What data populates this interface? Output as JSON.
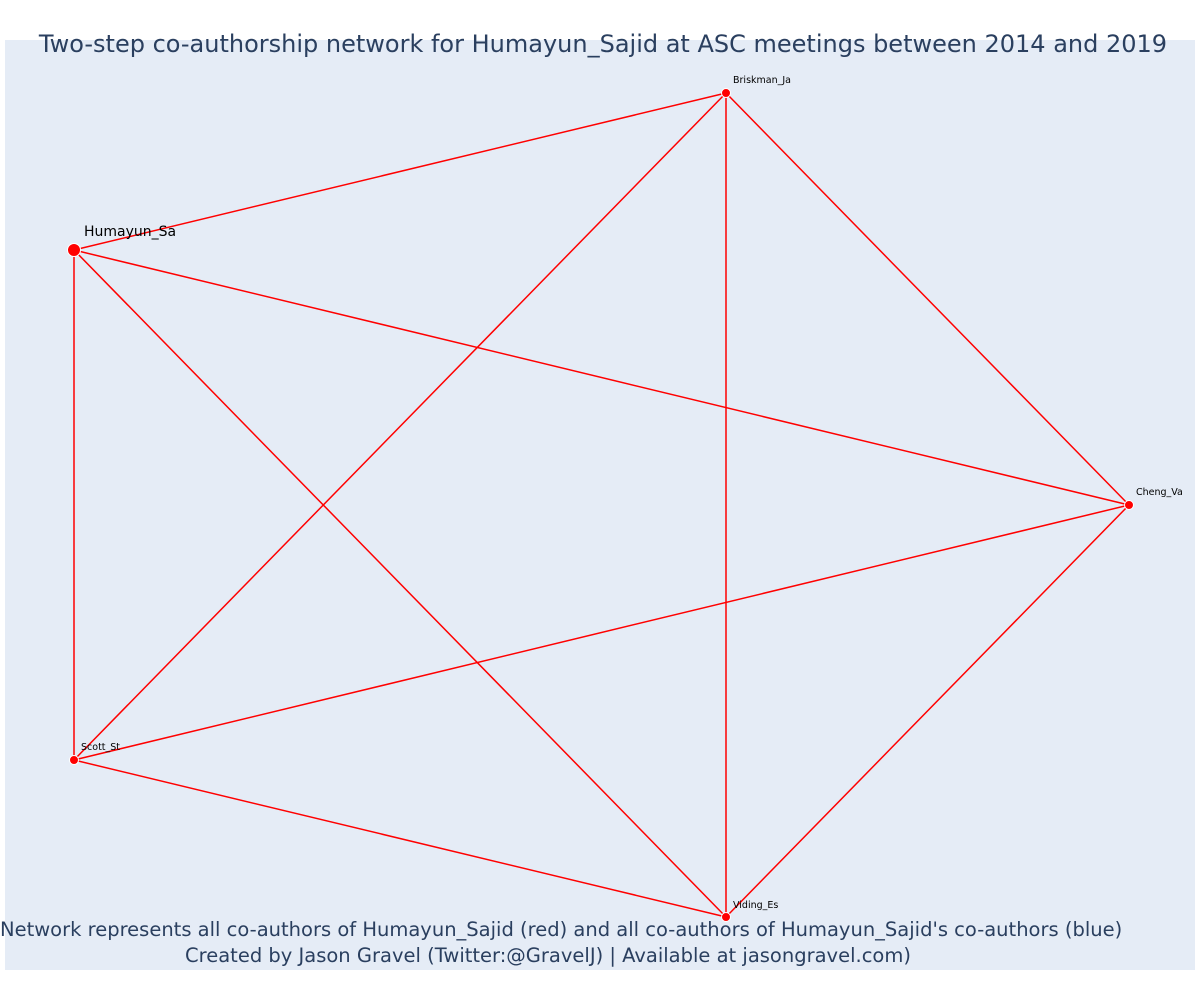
{
  "title": "Two-step co-authorship network for Humayun_Sajid at ASC meetings between 2014 and 2019",
  "caption_line1": "Network represents all co-authors of Humayun_Sajid (red) and all co-authors of Humayun_Sajid's co-authors (blue)",
  "caption_line2": "Created by Jason Gravel (Twitter:@GravelJ) | Available at jasongravel.com)",
  "colors": {
    "background": "#e5ecf6",
    "edge": "#ff0000",
    "node": "#ff0000",
    "node_outline": "#ffffff",
    "title_text": "#2a3f5f",
    "label_text": "#000000"
  },
  "nodes": [
    {
      "id": "humayun",
      "label": "Humayun_Sa",
      "focal": true
    },
    {
      "id": "briskman",
      "label": "Briskman_Ja",
      "focal": false
    },
    {
      "id": "cheng",
      "label": "Cheng_Va",
      "focal": false
    },
    {
      "id": "viding",
      "label": "Viding_Es",
      "focal": false
    },
    {
      "id": "scott",
      "label": "Scott_St",
      "focal": false
    }
  ],
  "edges": [
    [
      "humayun",
      "briskman"
    ],
    [
      "humayun",
      "cheng"
    ],
    [
      "humayun",
      "viding"
    ],
    [
      "humayun",
      "scott"
    ],
    [
      "briskman",
      "cheng"
    ],
    [
      "briskman",
      "viding"
    ],
    [
      "briskman",
      "scott"
    ],
    [
      "cheng",
      "viding"
    ],
    [
      "cheng",
      "scott"
    ],
    [
      "viding",
      "scott"
    ]
  ]
}
